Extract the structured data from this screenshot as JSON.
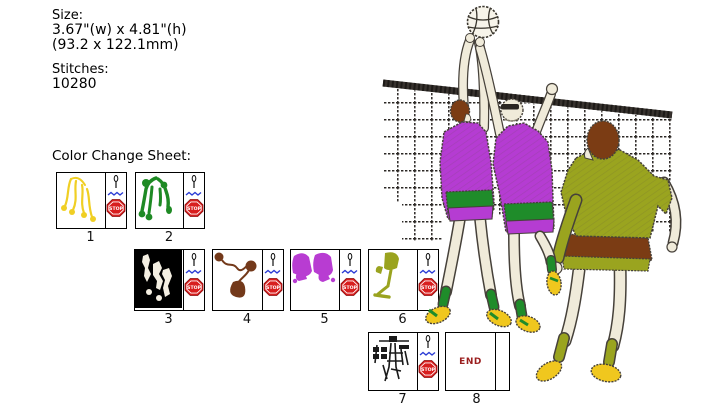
{
  "info": {
    "size_label": "Size:",
    "size_inches": "3.67\"(w) x 4.81\"(h)",
    "size_mm": "(93.2 x 122.1mm)",
    "stitches_label": "Stitches:",
    "stitches_value": "10280"
  },
  "color_change_sheet": {
    "title": "Color Change Sheet:",
    "stop_label": "STOP",
    "end_label": "END",
    "steps": [
      {
        "number": "1",
        "thread_color": "#f0cf24",
        "content": "yellow-underlay-figures",
        "marker": "stop"
      },
      {
        "number": "2",
        "thread_color": "#1e8a24",
        "content": "green-figures",
        "marker": "stop"
      },
      {
        "number": "3",
        "thread_color": "#000000",
        "content": "black-fill-figures",
        "marker": "stop"
      },
      {
        "number": "4",
        "thread_color": "#73391a",
        "content": "brown-details",
        "marker": "stop"
      },
      {
        "number": "5",
        "thread_color": "#b83cd2",
        "content": "magenta-jerseys",
        "marker": "stop"
      },
      {
        "number": "6",
        "thread_color": "#9aa31f",
        "content": "olive-shirt-details",
        "marker": "stop"
      },
      {
        "number": "7",
        "thread_color": "#1a1a1a",
        "content": "black-net-outlines",
        "marker": "stop"
      },
      {
        "number": "8",
        "thread_color": "",
        "content": "end-marker",
        "marker": "end"
      }
    ]
  },
  "design": {
    "scene": "three volleyball players jumping at a net with a volleyball",
    "colors": {
      "net": "#37322e",
      "outline": "#46413a",
      "skin": "#f0ebda",
      "jersey_magenta": "#b53cd2",
      "trim_green": "#1f8c2a",
      "shirt_olive": "#9aa41f",
      "shorts_brown": "#7b3c14",
      "hair_brown": "#7b3c14",
      "shoe_yellow": "#f0c71e"
    }
  }
}
